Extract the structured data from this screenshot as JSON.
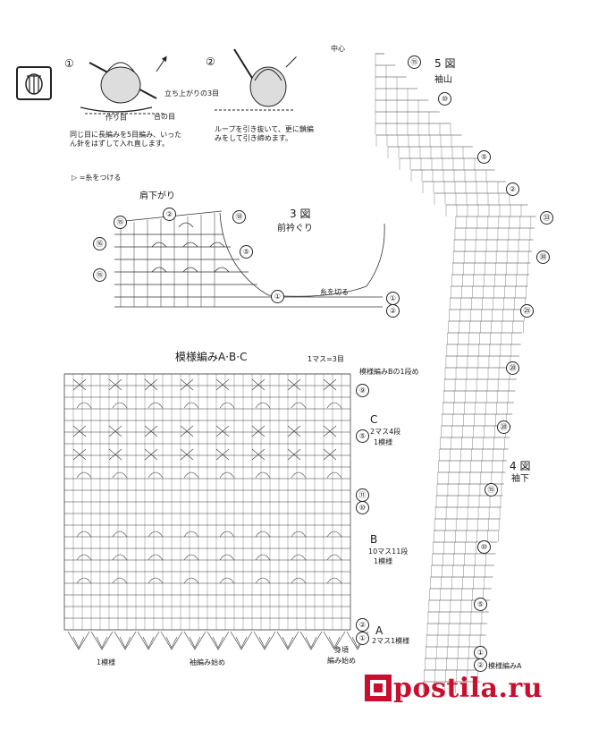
{
  "step1": {
    "num": "①",
    "arrow_note": "立ち上がりの3目",
    "base_note": "台の目",
    "chain_note": "作り目",
    "caption_line1": "同じ目に長編みを5目編み、いった",
    "caption_line2": "ん針をはずして入れ直します。"
  },
  "step2": {
    "num": "②",
    "caption_line1": "ループを引き抜いて、更に鎖編",
    "caption_line2": "みをして引き締めます。"
  },
  "legend": {
    "yarn_join": "▷ =糸をつける"
  },
  "fig3": {
    "title": "3 図",
    "subtitle": "前衿ぐり",
    "shoulder": "肩下がり",
    "cut_yarn": "糸を切る",
    "row_labels": [
      "⑮",
      "⑯",
      "⑱",
      "②",
      "⑩",
      "⑤",
      "①",
      "①",
      "②"
    ]
  },
  "pattern": {
    "title": "模様編みA·B·C",
    "unit_note": "1マス=3目",
    "row1_note": "模様編みBの1段め",
    "c_label": "C",
    "c_note1": "2マス4段",
    "c_note2": "1模様",
    "b_label": "B",
    "b_note1": "10マス11段",
    "b_note2": "1模様",
    "a_label": "A",
    "a_note": "2マス1模様",
    "one_pattern": "1模様",
    "hem_start": "袖編み始め",
    "body_start1": "身頃",
    "body_start2": "編み始め",
    "row_labels": [
      "⑨",
      "⑤",
      "⑪",
      "⑩",
      "②",
      "①"
    ]
  },
  "fig5": {
    "center": "中心",
    "title": "5 図",
    "subtitle": "袖山",
    "row_labels": [
      "⑮",
      "⑩",
      "⑤",
      "②",
      "㉝",
      "㉚"
    ]
  },
  "fig4": {
    "title": "4 図",
    "subtitle": "袖下",
    "pattern_a": "模様編みA",
    "row_labels": [
      "㉚",
      "㉕",
      "⑳",
      "⑮",
      "⑩",
      "⑤",
      "①",
      "②"
    ]
  },
  "watermark": {
    "text": "postila.ru",
    "color": "#c8102e"
  },
  "icons": [
    "crochet-stitch-icon",
    "yarn-hook-icon",
    "arrow-icon"
  ]
}
